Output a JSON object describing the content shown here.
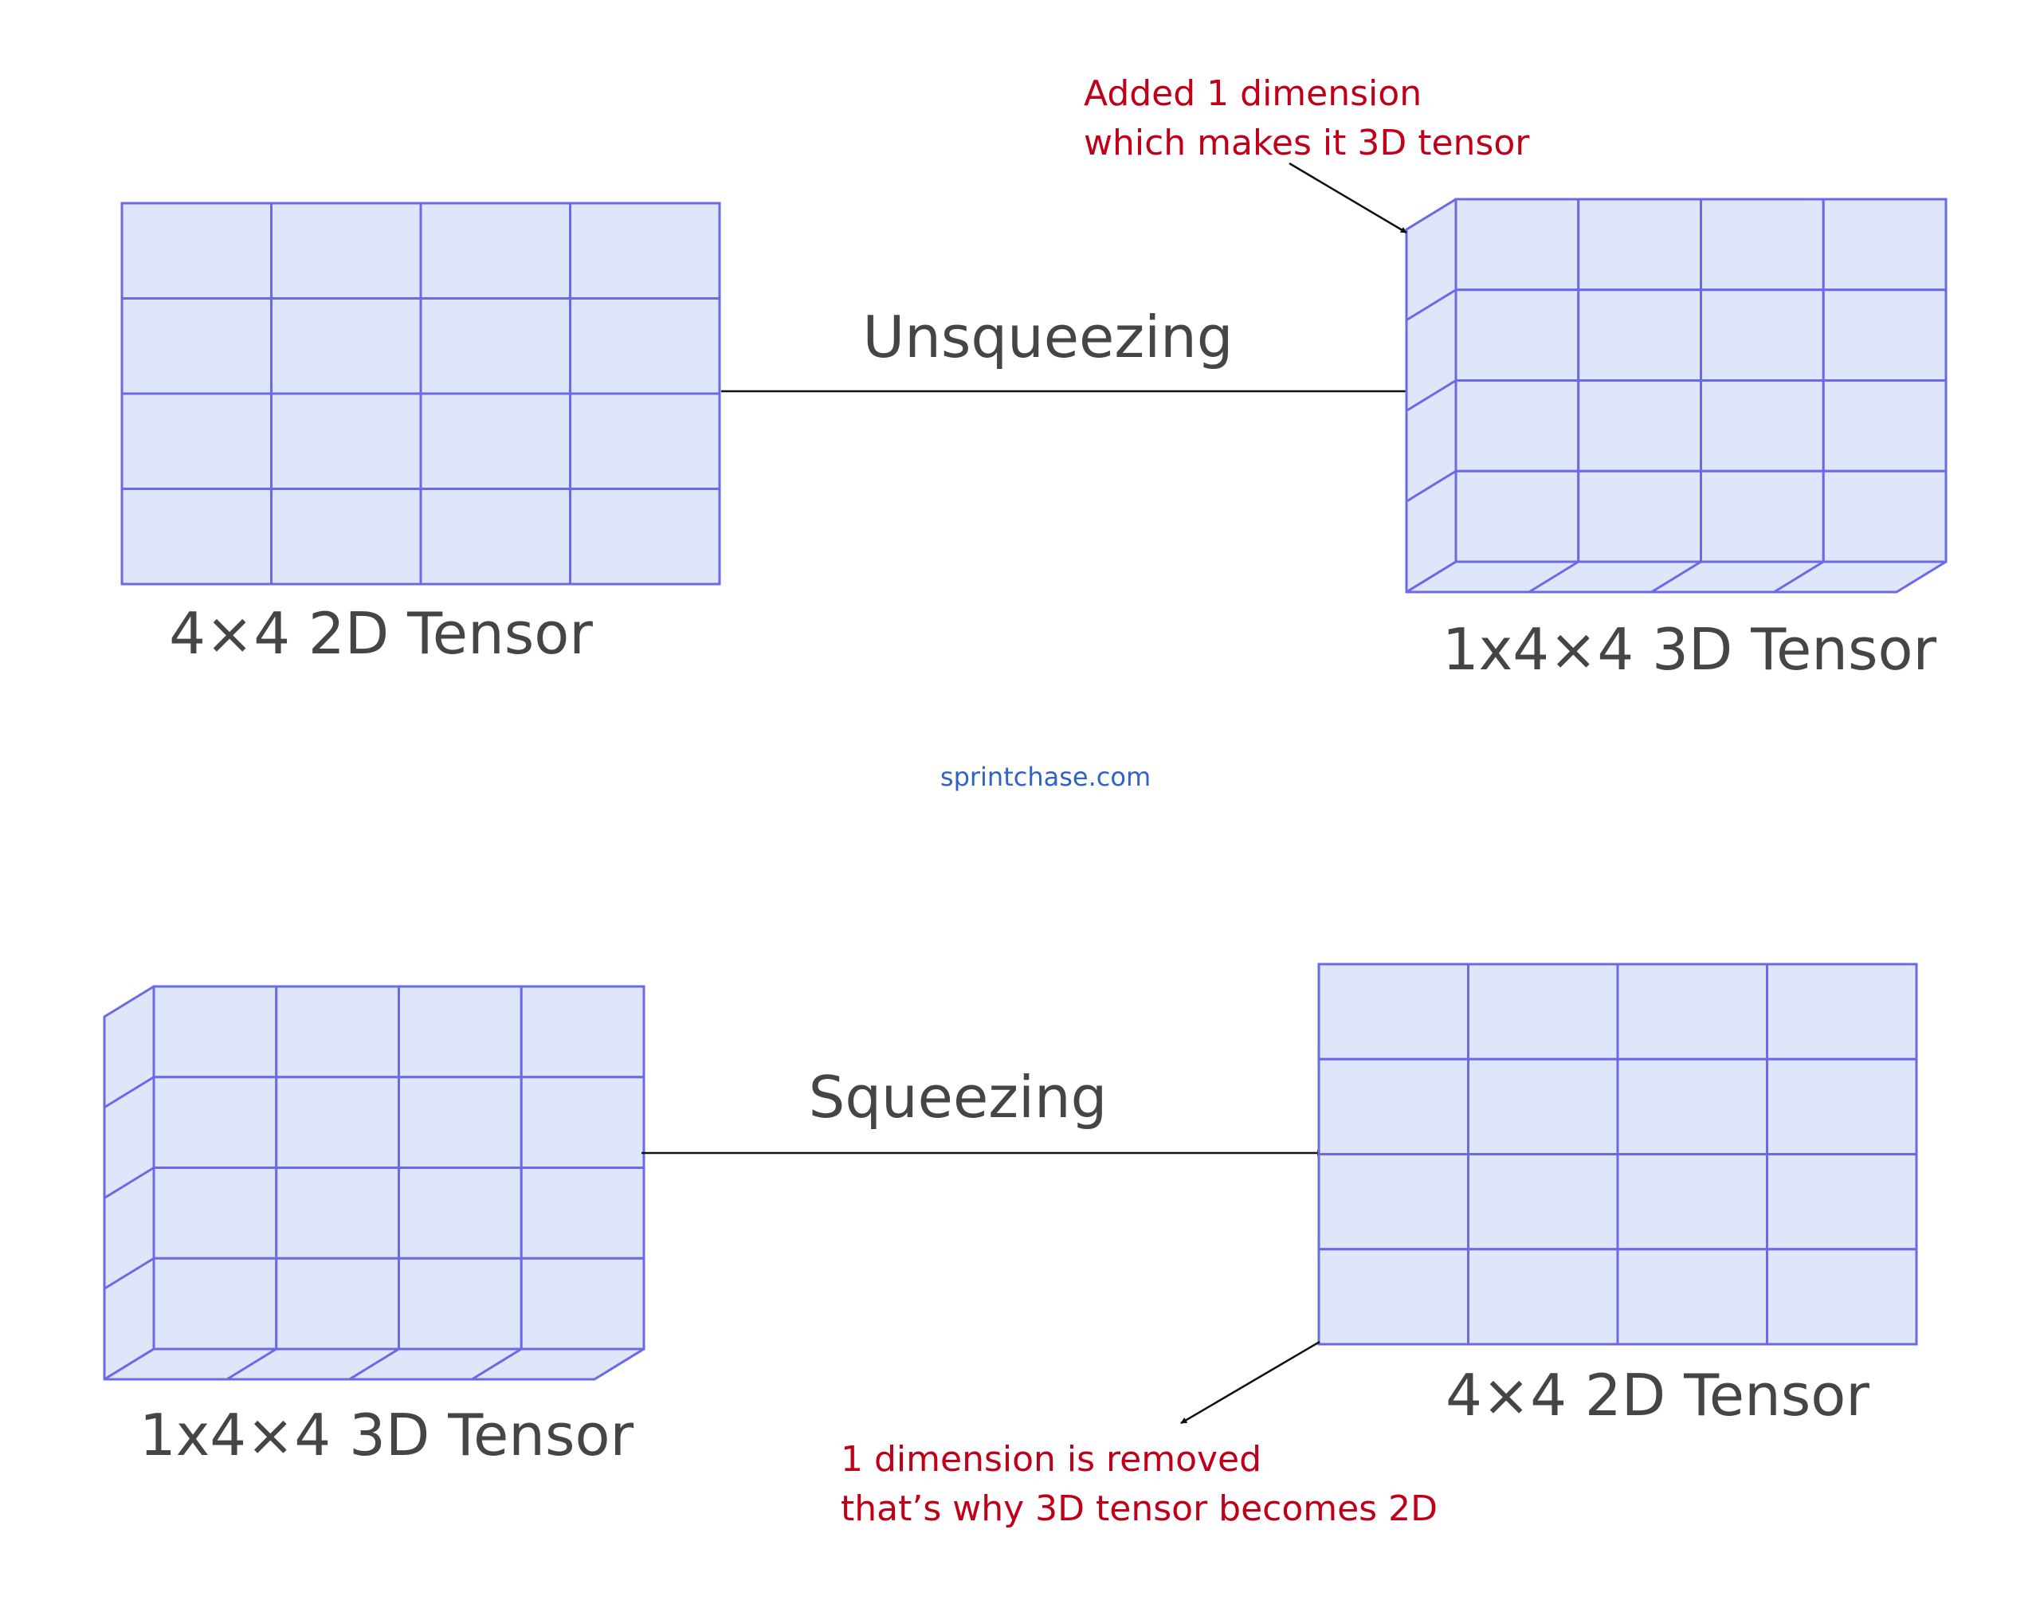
{
  "top": {
    "left_label": "4×4 2D Tensor",
    "arrow_label": "Unsqueezing",
    "right_label": "1x4×4 3D Tensor",
    "note_lines": [
      "Added 1 dimension",
      "which makes it 3D tensor"
    ]
  },
  "watermark": "sprintchase.com",
  "bottom": {
    "left_label": "1x4×4 3D Tensor",
    "arrow_label": "Squeezing",
    "right_label": "4×4 2D Tensor",
    "note_lines": [
      "1 dimension is removed",
      "that’s why 3D tensor becomes 2D"
    ]
  },
  "grid": {
    "rows": 4,
    "cols": 4
  },
  "colors": {
    "cell_fill": "#e0e6fa",
    "cell_stroke": "#6a6ae6",
    "title_text": "#454545",
    "note_text": "#c00018",
    "watermark_text": "#2f63c6",
    "arrow": "#111111"
  }
}
